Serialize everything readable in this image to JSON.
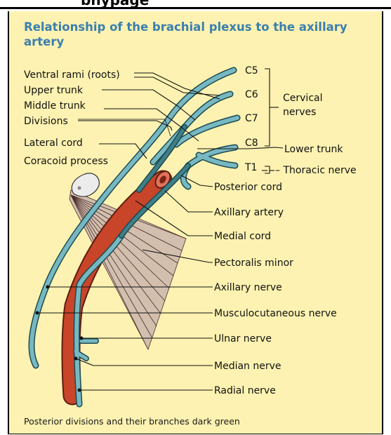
{
  "title": "Relationship of the brachial plexus to the axillary artery",
  "caption": "Posterior divisions and their branches dark green",
  "roots": [
    "C5",
    "C6",
    "C7",
    "C8",
    "T1"
  ],
  "groups": {
    "cervical": "Cervical nerves",
    "thoracic": "Thoracic nerve"
  },
  "labels_left": [
    "Ventral rami (roots)",
    "Upper trunk",
    "Middle trunk",
    "Divisions",
    "Lateral cord",
    "Coracoid process"
  ],
  "labels_right": [
    "Lower trunk",
    "Posterior cord",
    "Axillary artery",
    "Medial cord",
    "Pectoralis minor",
    "Axillary nerve",
    "Musculocutaneous nerve",
    "Ulnar nerve",
    "Median nerve",
    "Radial nerve"
  ],
  "colors": {
    "panel_background": "#fdf2b1",
    "title": "#3a7fae",
    "nerve_light": "#77b8c2",
    "nerve_dark": "#3f7f88",
    "artery": "#c8452a",
    "muscle": "#d2bfae"
  }
}
